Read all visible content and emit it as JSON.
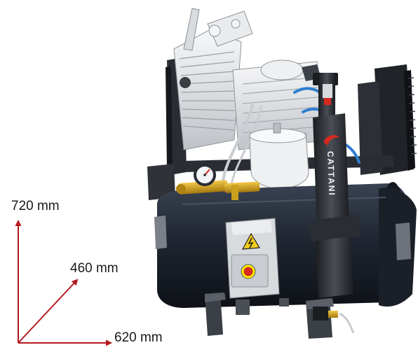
{
  "dimensions": {
    "height": "720 mm",
    "depth": "460 mm",
    "width": "620 mm"
  },
  "product": {
    "brand": "CATTANI"
  },
  "colors": {
    "arrow": "#b3191f",
    "tank": "#1f2631",
    "frame": "#2a2d33",
    "motor": "#e6e8ea",
    "brass": "#d4a017",
    "switch_red": "#d62a1e",
    "warning_yellow": "#f2cc1f"
  },
  "icons": {
    "warning": "high-voltage-warning-icon",
    "power_button": "red-power-button"
  }
}
